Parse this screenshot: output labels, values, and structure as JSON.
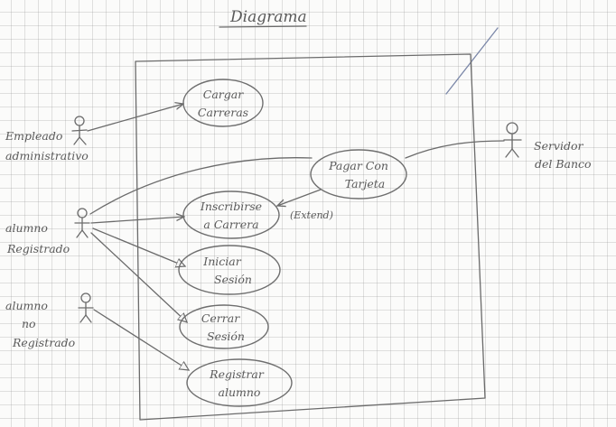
{
  "title": "Diagrama",
  "actors": [
    {
      "line1": "Empleado",
      "line2": "administrativo"
    },
    {
      "line1": "alumno",
      "line2": "Registrado"
    },
    {
      "line1": "alumno",
      "line2": "no",
      "line3": "Registrado"
    },
    {
      "line1": "Servidor",
      "line2": "del Banco"
    }
  ],
  "use_cases": [
    {
      "line1": "Cargar",
      "line2": "Carreras"
    },
    {
      "line1": "Pagar Con",
      "line2": "Tarjeta"
    },
    {
      "line1": "Inscribirse",
      "line2": "a Carrera"
    },
    {
      "line1": "Iniciar",
      "line2": "Sesión"
    },
    {
      "line1": "Cerrar",
      "line2": "Sesión"
    },
    {
      "line1": "Registrar",
      "line2": "alumno"
    }
  ],
  "relations": {
    "extend_label": "(Extend)"
  }
}
